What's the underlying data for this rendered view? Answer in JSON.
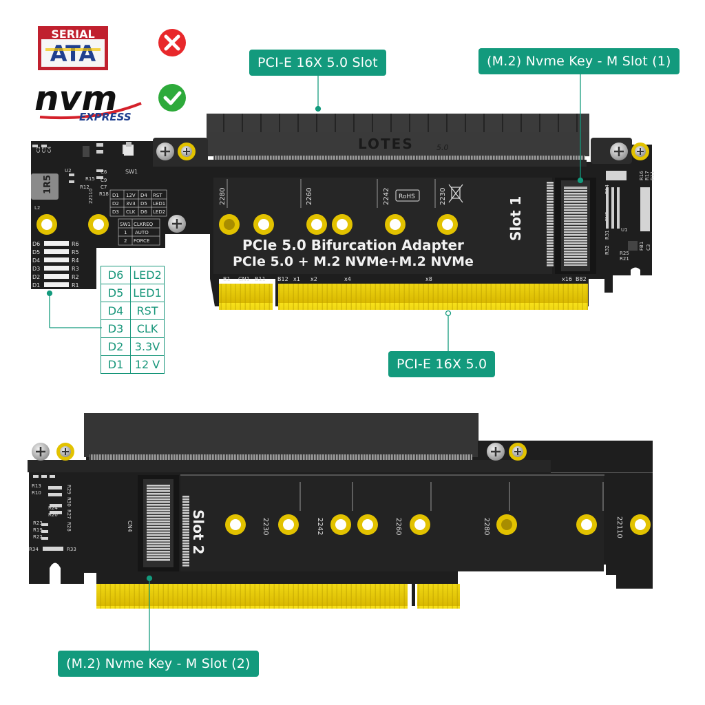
{
  "logos": {
    "sata_top": "SERIAL",
    "sata_main": "ATA",
    "nvm_main": "nvm",
    "nvm_sub": "EXPRESS",
    "sata_status_icon": "cross-icon",
    "nvm_status_icon": "check-icon",
    "colors": {
      "cross": "#e8282b",
      "check": "#2daa3a",
      "sata_red": "#c0202e",
      "sata_blue": "#1f3f8f",
      "sata_yellow": "#f2c300"
    }
  },
  "callouts": {
    "pcie_slot": "PCI-E  16X 5.0 Slot",
    "m2_slot1": "(M.2) Nvme Key - M  Slot (1)",
    "pcie_finger": "PCI-E  16X 5.0",
    "m2_slot2": "(M.2) Nvme Key - M  Slot (2)",
    "color": "#139a7d"
  },
  "led_table": {
    "rows": [
      {
        "led": "D6",
        "function": "LED2"
      },
      {
        "led": "D5",
        "function": "LED1"
      },
      {
        "led": "D4",
        "function": "RST"
      },
      {
        "led": "D3",
        "function": "CLK"
      },
      {
        "led": "D2",
        "function": "3.3V"
      },
      {
        "led": "D1",
        "function": "12 V"
      }
    ]
  },
  "board_top": {
    "connector_brand": "LOTES",
    "connector_version": "5.0",
    "title_line1": "PCIe  5.0  Bifurcation Adapter",
    "title_line2": "PCIe 5.0 + M.2 NVMe+M.2 NVMe",
    "slot_label": "Slot 1",
    "m2_lengths": [
      "2280",
      "2260",
      "2242",
      "2230"
    ],
    "rohs": "RoHS",
    "lane_labels": [
      "B1",
      "CN1",
      "B11",
      "B12",
      "x1",
      "x2",
      "x4",
      "x8",
      "x16",
      "B82"
    ],
    "inductor": "1R5",
    "switch": "SW1",
    "switch_table": {
      "rows": [
        [
          "D1",
          "12V",
          "D4",
          "RST"
        ],
        [
          "D2",
          "3V3",
          "D5",
          "LED1"
        ],
        [
          "D3",
          "CLK",
          "D6",
          "LED2"
        ]
      ]
    },
    "clkreq_table": {
      "header": [
        "SW1",
        "CLKREQ"
      ],
      "rows": [
        [
          "1",
          "AUTO"
        ],
        [
          "2",
          "FORCE"
        ]
      ]
    },
    "silk": [
      "U2",
      "L2",
      "C6",
      "C9",
      "C7",
      "R15",
      "R12",
      "R18",
      "22110",
      "R16",
      "R17",
      "R11",
      "R14",
      "CN2",
      "R31",
      "R32",
      "U1",
      "R25",
      "R21",
      "FB1",
      "C3",
      "C1",
      "C5",
      "C4"
    ],
    "leds_left": [
      "D6",
      "D5",
      "D4",
      "D3",
      "D2",
      "D1"
    ],
    "resistors_left": [
      "R6",
      "R5",
      "R4",
      "R3",
      "R2",
      "R1"
    ]
  },
  "board_bottom": {
    "slot_label": "Slot 2",
    "m2_lengths": [
      "2230",
      "2242",
      "2260",
      "2280",
      "22110"
    ],
    "connector": "CN4",
    "silk": [
      "R13",
      "R10",
      "R29",
      "R30",
      "R27",
      "R28",
      "R24",
      "R20",
      "R23",
      "R19",
      "R22",
      "R34",
      "R33"
    ]
  }
}
